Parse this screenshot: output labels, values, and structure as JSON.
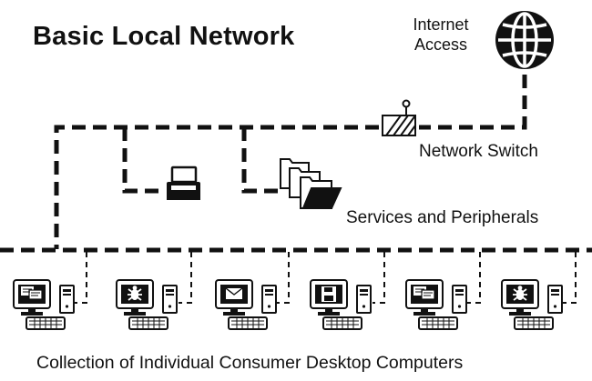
{
  "title": "Basic Local Network",
  "labels": {
    "internet_line1": "Internet",
    "internet_line2": "Access",
    "network_switch": "Network Switch",
    "services": "Services and Peripherals",
    "caption": "Collection of Individual Consumer Desktop Computers"
  },
  "computers": [
    {
      "screen_icon": "chat-bubbles-icon"
    },
    {
      "screen_icon": "bug-icon"
    },
    {
      "screen_icon": "mail-envelope-icon"
    },
    {
      "screen_icon": "floppy-disk-icon"
    },
    {
      "screen_icon": "chat-bubbles-icon"
    },
    {
      "screen_icon": "bug-icon"
    }
  ],
  "colors": {
    "ink": "#111111",
    "background": "#ffffff"
  }
}
